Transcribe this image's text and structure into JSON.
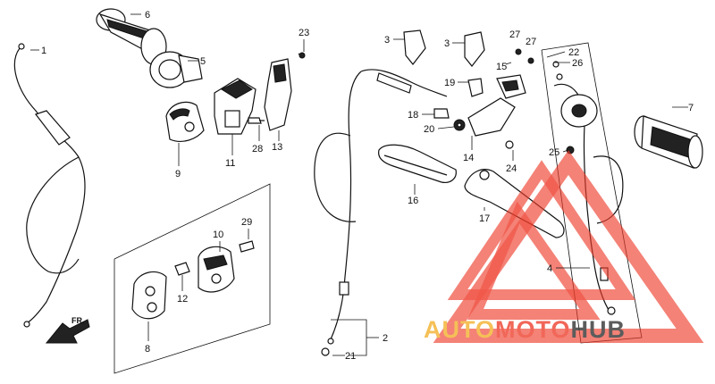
{
  "diagram": {
    "part_numbers": [
      {
        "id": "p1",
        "label": "1"
      },
      {
        "id": "p2",
        "label": "2"
      },
      {
        "id": "p3a",
        "label": "3"
      },
      {
        "id": "p3b",
        "label": "3"
      },
      {
        "id": "p4",
        "label": "4"
      },
      {
        "id": "p5",
        "label": "5"
      },
      {
        "id": "p6",
        "label": "6"
      },
      {
        "id": "p7",
        "label": "7"
      },
      {
        "id": "p8",
        "label": "8"
      },
      {
        "id": "p9",
        "label": "9"
      },
      {
        "id": "p10",
        "label": "10"
      },
      {
        "id": "p11",
        "label": "11"
      },
      {
        "id": "p12",
        "label": "12"
      },
      {
        "id": "p13",
        "label": "13"
      },
      {
        "id": "p14",
        "label": "14"
      },
      {
        "id": "p15",
        "label": "15"
      },
      {
        "id": "p16",
        "label": "16"
      },
      {
        "id": "p17",
        "label": "17"
      },
      {
        "id": "p18",
        "label": "18"
      },
      {
        "id": "p19",
        "label": "19"
      },
      {
        "id": "p20",
        "label": "20"
      },
      {
        "id": "p21",
        "label": "21"
      },
      {
        "id": "p22",
        "label": "22"
      },
      {
        "id": "p23",
        "label": "23"
      },
      {
        "id": "p24",
        "label": "24"
      },
      {
        "id": "p25",
        "label": "25"
      },
      {
        "id": "p26",
        "label": "26"
      },
      {
        "id": "p27a",
        "label": "27"
      },
      {
        "id": "p27b",
        "label": "27"
      },
      {
        "id": "p28",
        "label": "28"
      },
      {
        "id": "p29",
        "label": "29"
      }
    ],
    "direction_label": "FR.",
    "watermark": {
      "word1": "AUTO",
      "word2": "MOTO",
      "word3": "HUB",
      "color_auto": "#f4b63a",
      "color_moto": "#ef4d3c",
      "color_hub": "#404040",
      "triangle_color": "#ee3b2a"
    }
  }
}
